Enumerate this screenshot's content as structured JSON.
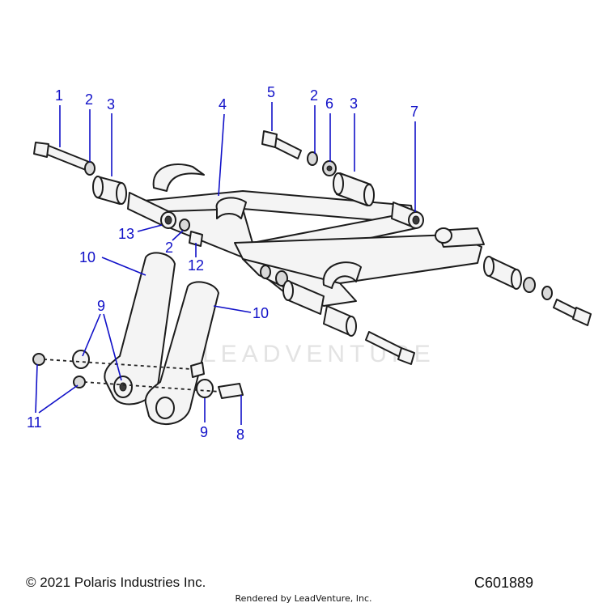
{
  "diagram": {
    "watermark": "LEADVENTURE",
    "callouts": [
      {
        "id": "c1",
        "label": "1"
      },
      {
        "id": "c2a",
        "label": "2"
      },
      {
        "id": "c3a",
        "label": "3"
      },
      {
        "id": "c4",
        "label": "4"
      },
      {
        "id": "c5",
        "label": "5"
      },
      {
        "id": "c2b",
        "label": "2"
      },
      {
        "id": "c6",
        "label": "6"
      },
      {
        "id": "c3b",
        "label": "3"
      },
      {
        "id": "c7",
        "label": "7"
      },
      {
        "id": "c13",
        "label": "13"
      },
      {
        "id": "c2c",
        "label": "2"
      },
      {
        "id": "c12",
        "label": "12"
      },
      {
        "id": "c10a",
        "label": "10"
      },
      {
        "id": "c10b",
        "label": "10"
      },
      {
        "id": "c9a",
        "label": "9"
      },
      {
        "id": "c11",
        "label": "11"
      },
      {
        "id": "c9b",
        "label": "9"
      },
      {
        "id": "c8",
        "label": "8"
      }
    ]
  },
  "footer": {
    "copyright": "© 2021 Polaris Industries Inc.",
    "diagram_code": "C601889",
    "rendered_by": "Rendered by LeadVenture, Inc."
  }
}
